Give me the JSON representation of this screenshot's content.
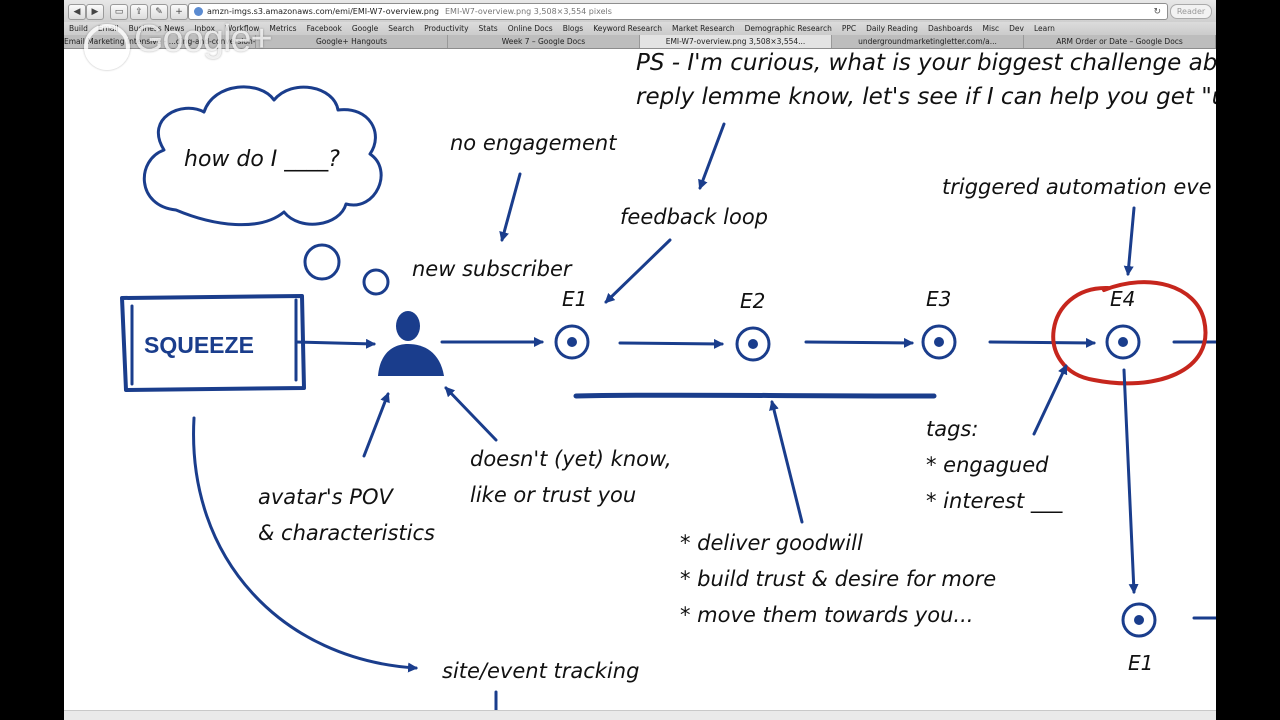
{
  "browser": {
    "url": "amzn-imgs.s3.amazonaws.com/emi/EMI-W7-overview.png",
    "page_title": "EMI-W7-overview.png 3,508×3,554 pixels",
    "reader_label": "Reader",
    "bookmarks": [
      "Build",
      "Email",
      "Business News",
      "Inbox",
      "Workflow",
      "Metrics",
      "Facebook",
      "Google",
      "Search",
      "Productivity",
      "Stats",
      "Online Docs",
      "Blogs",
      "Keyword Research",
      "Market Research",
      "Demographic Research",
      "PPC",
      "Daily Reading",
      "Dashboards",
      "Misc",
      "Dev",
      "Learn"
    ],
    "tabs": [
      {
        "label": "Email Marketing Intensive - ...ding-and-conversion-ca...",
        "active": false
      },
      {
        "label": "Google+ Hangouts",
        "active": false
      },
      {
        "label": "Week 7 – Google Docs",
        "active": false
      },
      {
        "label": "EMI-W7-overview.png 3,508×3,554...",
        "active": true
      },
      {
        "label": "undergroundmarketingletter.com/a...",
        "active": false
      },
      {
        "label": "ARM Order or Date – Google Docs",
        "active": false
      }
    ]
  },
  "overlay": {
    "brand": "Google+"
  },
  "diagram": {
    "ps_line1": "PS - I'm curious, what is your biggest challenge about",
    "ps_line2": "reply lemme know, let's see if I can help you get \"un",
    "cloud_text": "how do I ____?",
    "no_engagement": "no engagement",
    "feedback_loop": "feedback loop",
    "triggered": "triggered automation eve",
    "new_subscriber": "new subscriber",
    "squeeze": "SQUEEZE",
    "e1": "E1",
    "e2": "E2",
    "e3": "E3",
    "e4": "E4",
    "e1_lower": "E1",
    "doesnt_line1": "doesn't (yet) know,",
    "doesnt_line2": "like or trust you",
    "avatar_line1": "avatar's POV",
    "avatar_line2": "& characteristics",
    "tags_title": "tags:",
    "tag1": "* engagued",
    "tag2": "* interest ___",
    "goodwill1": "* deliver goodwill",
    "goodwill2": "* build trust & desire for more",
    "goodwill3": "* move them towards you...",
    "site_tracking": "site/event tracking"
  },
  "colors": {
    "ink": "#1a3d8c",
    "highlight": "#c6261d",
    "text": "#111111"
  }
}
